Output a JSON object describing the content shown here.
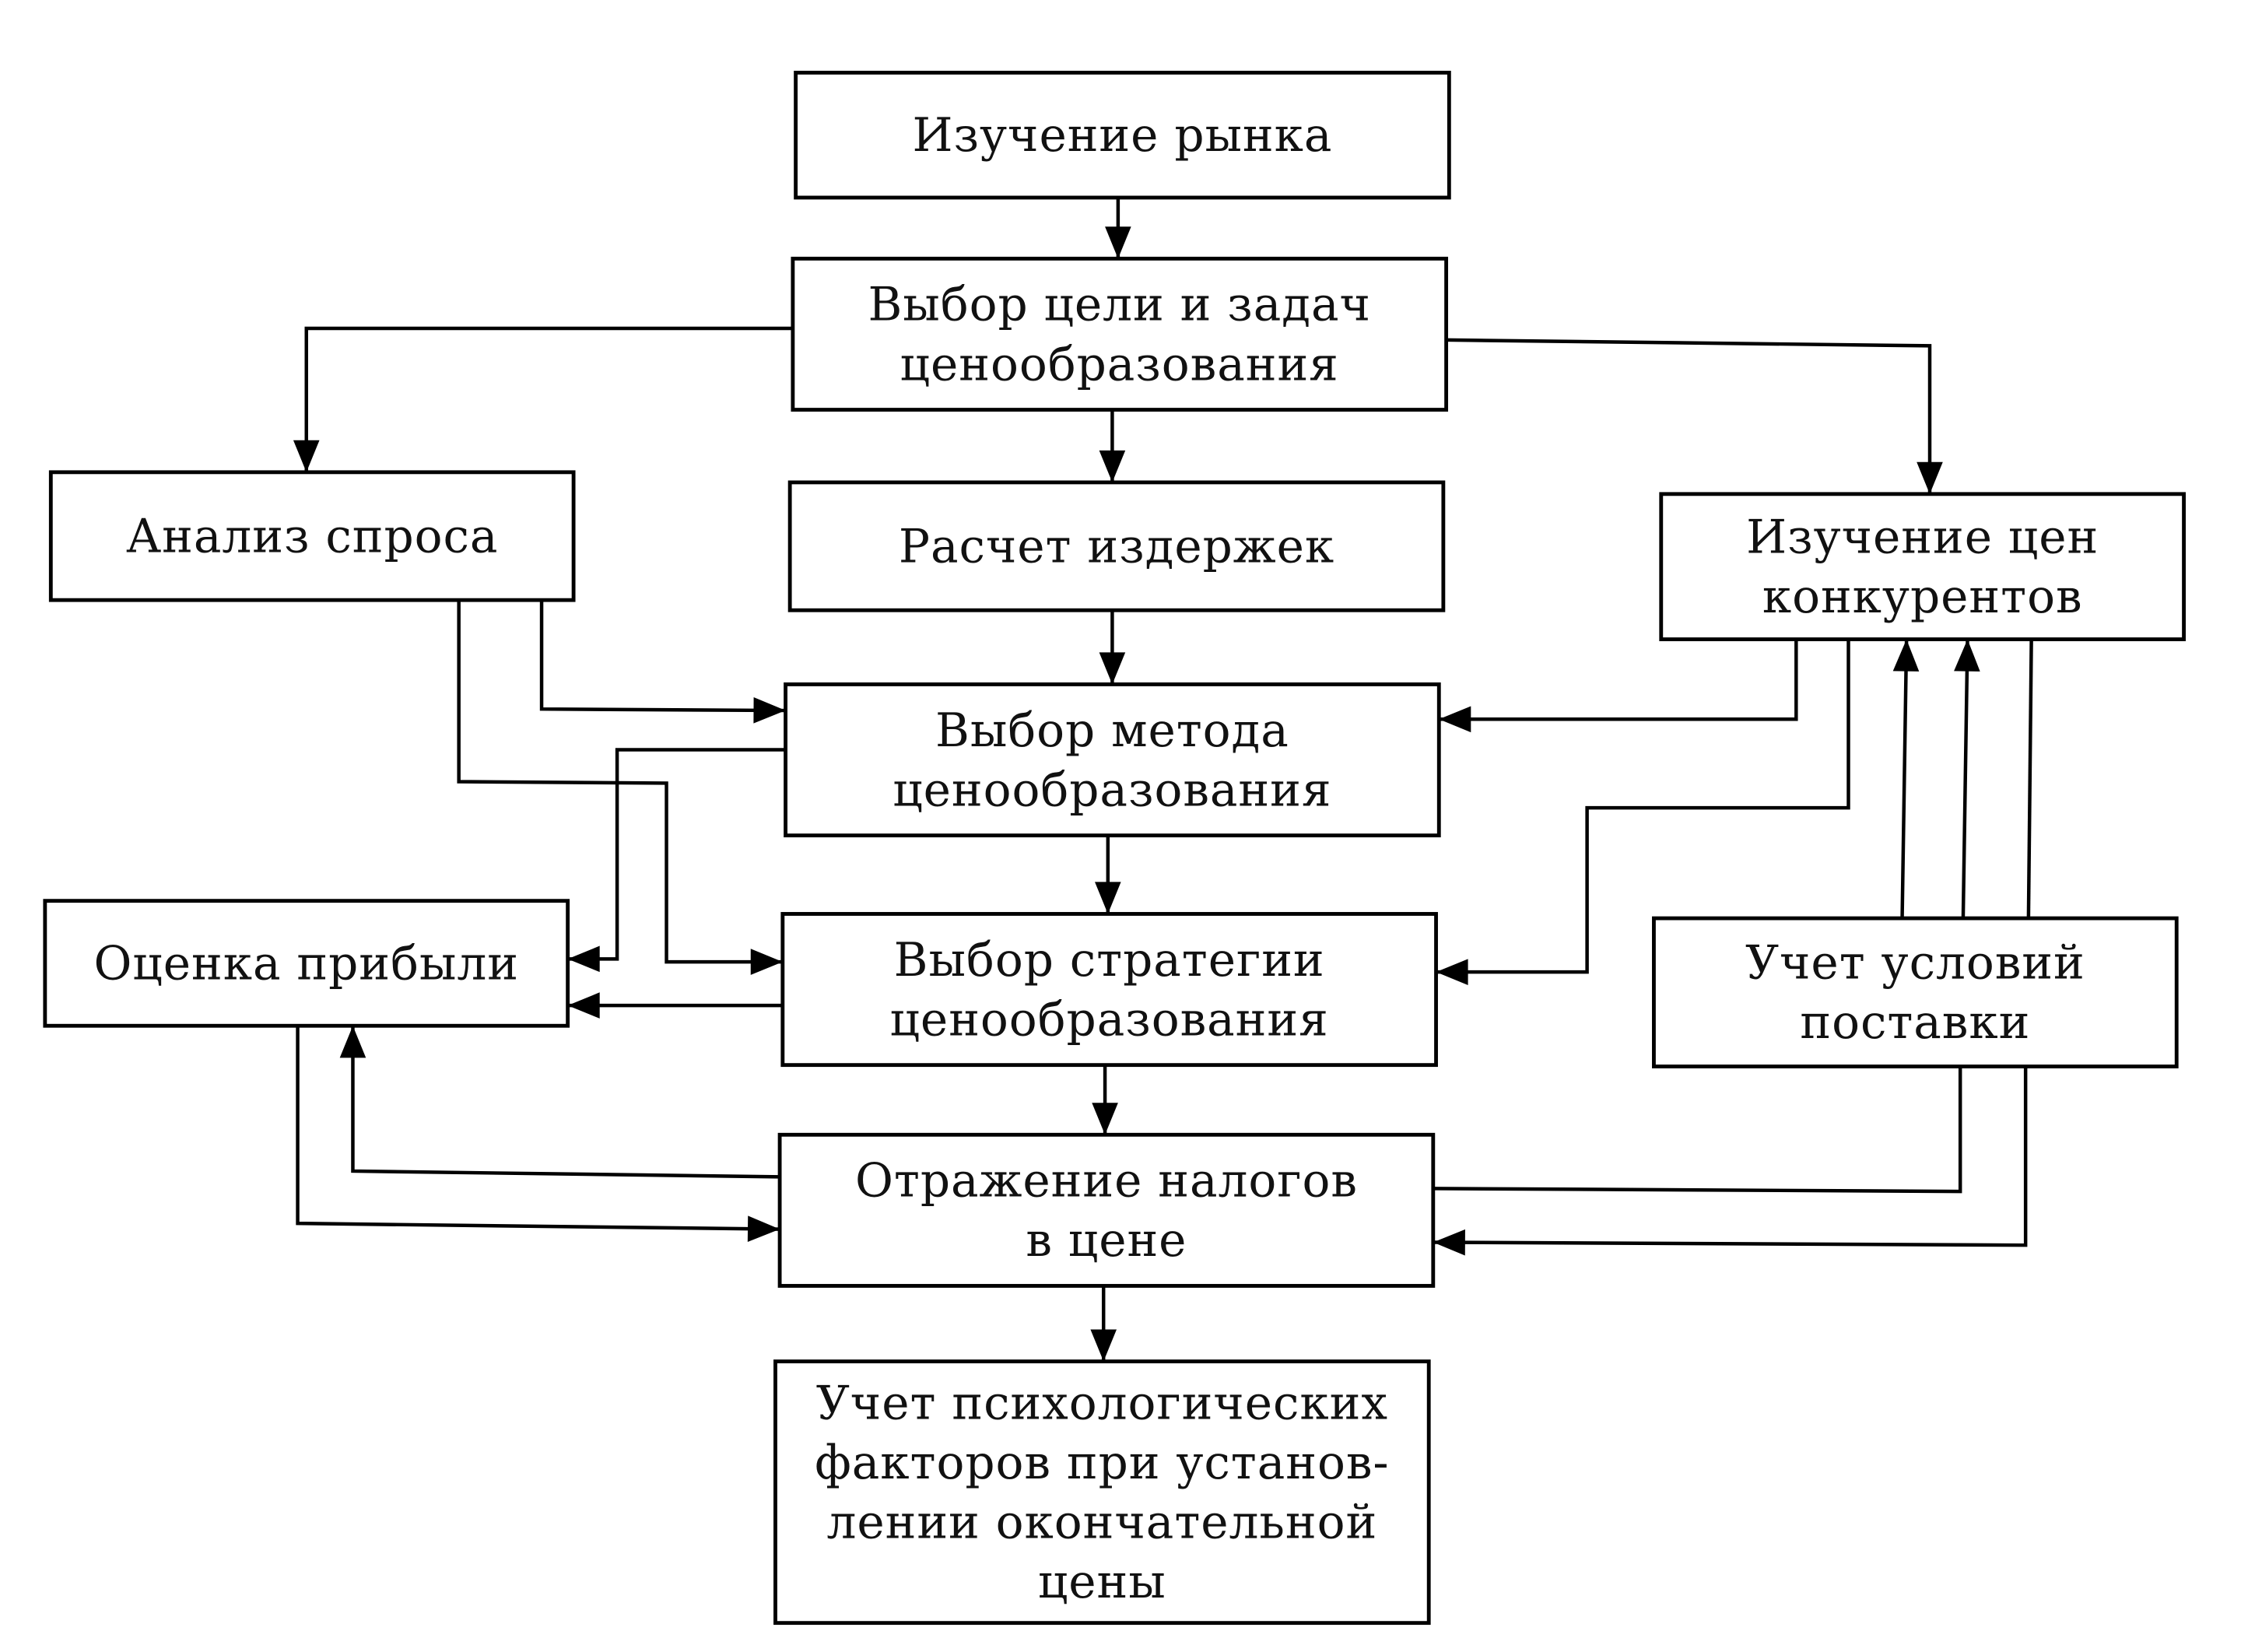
{
  "diagram": {
    "type": "flowchart",
    "language": "ru",
    "nodes": {
      "market": {
        "lines": [
          "Изучение рынка"
        ]
      },
      "goals": {
        "lines": [
          "Выбор цели и задач",
          "ценообразования"
        ]
      },
      "demand": {
        "lines": [
          "Анализ спроса"
        ]
      },
      "costs": {
        "lines": [
          "Расчет издержек"
        ]
      },
      "competitors": {
        "lines": [
          "Изучение цен",
          "конкурентов"
        ]
      },
      "method": {
        "lines": [
          "Выбор метода",
          "ценообразования"
        ]
      },
      "profit": {
        "lines": [
          "Оценка прибыли"
        ]
      },
      "strategy": {
        "lines": [
          "Выбор стратегии",
          "ценообразования"
        ]
      },
      "supply": {
        "lines": [
          "Учет условий",
          "поставки"
        ]
      },
      "taxes": {
        "lines": [
          "Отражение налогов",
          "в цене"
        ]
      },
      "psych": {
        "lines": [
          "Учет психологических",
          "факторов при установ-",
          "лении окончательной",
          "цены"
        ]
      }
    },
    "edges": [
      {
        "from": "market",
        "to": "goals"
      },
      {
        "from": "goals",
        "to": "demand"
      },
      {
        "from": "goals",
        "to": "costs"
      },
      {
        "from": "goals",
        "to": "competitors"
      },
      {
        "from": "costs",
        "to": "method"
      },
      {
        "from": "demand",
        "to": "method"
      },
      {
        "from": "demand",
        "to": "strategy"
      },
      {
        "from": "competitors",
        "to": "method"
      },
      {
        "from": "competitors",
        "to": "strategy"
      },
      {
        "from": "method",
        "to": "strategy"
      },
      {
        "from": "method",
        "to": "profit"
      },
      {
        "from": "strategy",
        "to": "profit"
      },
      {
        "from": "strategy",
        "to": "taxes"
      },
      {
        "from": "supply",
        "to": "competitors"
      },
      {
        "from": "supply",
        "to": "competitors"
      },
      {
        "from": "competitors",
        "to": "supply"
      },
      {
        "from": "supply",
        "to": "taxes"
      },
      {
        "from": "supply",
        "to": "taxes"
      },
      {
        "from": "taxes",
        "to": "profit"
      },
      {
        "from": "profit",
        "to": "taxes"
      },
      {
        "from": "taxes",
        "to": "psych"
      }
    ]
  }
}
